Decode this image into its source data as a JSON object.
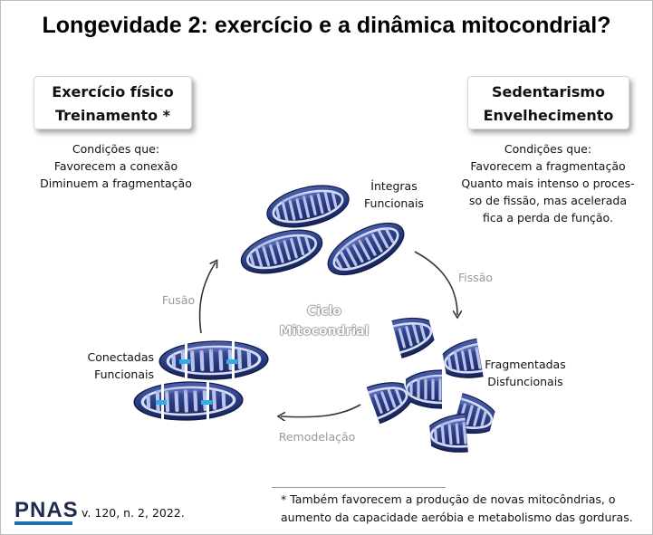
{
  "title": "Longevidade 2: exercício e a dinâmica mitocondrial?",
  "left_box": {
    "line1": "Exercício físico",
    "line2": "Treinamento *"
  },
  "right_box": {
    "line1": "Sedentarismo",
    "line2": "Envelhecimento"
  },
  "left_conditions": [
    "Condições que:",
    "Favorecem a conexão",
    "Diminuem a fragmentação"
  ],
  "right_conditions": [
    "Condições que:",
    "Favorecem a fragmentação",
    "Quanto mais intenso o proces-",
    "so de fissão, mas acelerada",
    "fica a perda de função."
  ],
  "cycle_center": [
    "Ciclo",
    "Mitocondrial"
  ],
  "states": {
    "top": [
      "Íntegras",
      "Funcionais"
    ],
    "right": [
      "Fragmentadas",
      "Disfuncionais"
    ],
    "left": [
      "Conectadas",
      "Funcionais"
    ]
  },
  "transitions": {
    "fission": "Fissão",
    "remodeling": "Remodelação",
    "fusion": "Fusão"
  },
  "footnote": [
    "* Também favorecem a produção de novas mitocôndrias, o",
    "aumento da capacidade aeróbia e metabolismo das gorduras."
  ],
  "source": {
    "logo": "PNAS",
    "citation": "v. 120, n. 2, 2022."
  },
  "colors": {
    "mito_dark": "#1f2f6e",
    "mito_mid": "#3a4e9a",
    "mito_light": "#8c9bd6",
    "link": "#2eaee6",
    "accent": "#1d6fb4"
  }
}
